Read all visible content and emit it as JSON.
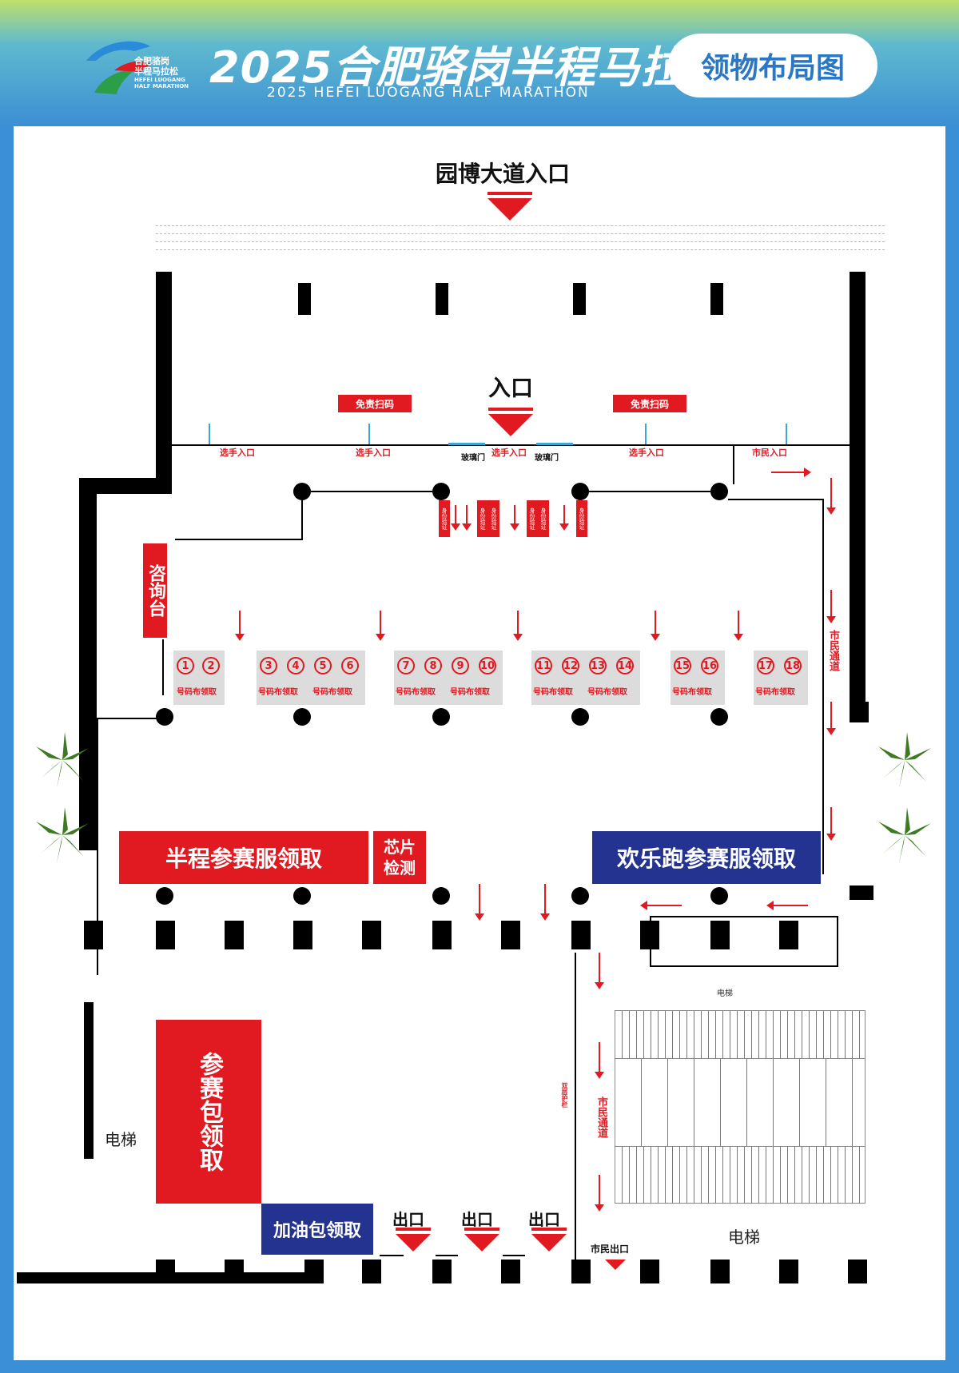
{
  "header": {
    "logo_text": [
      "合肥骆岗",
      "半程马拉松",
      "HEFEI LUOGANG",
      "HALF MARATHON"
    ],
    "title": "2025合肥骆岗半程马拉松",
    "subtitle_en": "2025 HEFEI LUOGANG HALF MARATHON",
    "map_title": "领物布局图"
  },
  "map": {
    "top_entrance": "园博大道入口",
    "main_entrance": "入口",
    "disclaimer_scan": "免责扫码",
    "runner_entrance": "选手入口",
    "citizen_entrance": "市民入口",
    "glass_door": "玻璃门",
    "info_desk": "咨询台",
    "id_check": "身份验证",
    "citizen_passage": "市民通道",
    "bib_pickup": "号码布领取",
    "booths": [
      "1",
      "2",
      "3",
      "4",
      "5",
      "6",
      "7",
      "8",
      "9",
      "10",
      "11",
      "12",
      "13",
      "14",
      "15",
      "16",
      "17",
      "18"
    ],
    "half_shirt": "半程参赛服领取",
    "chip_check": "芯片检测",
    "fun_run_shirt": "欢乐跑参赛服领取",
    "race_pack": "参赛包领取",
    "cheer_pack": "加油包领取",
    "exit": "出口",
    "citizen_exit": "市民出口",
    "elevator": "电梯",
    "stall_note": "双层护栏"
  },
  "colors": {
    "red": "#e11a22",
    "navy": "#24338f",
    "frame_blue": "#3a8fd6"
  }
}
